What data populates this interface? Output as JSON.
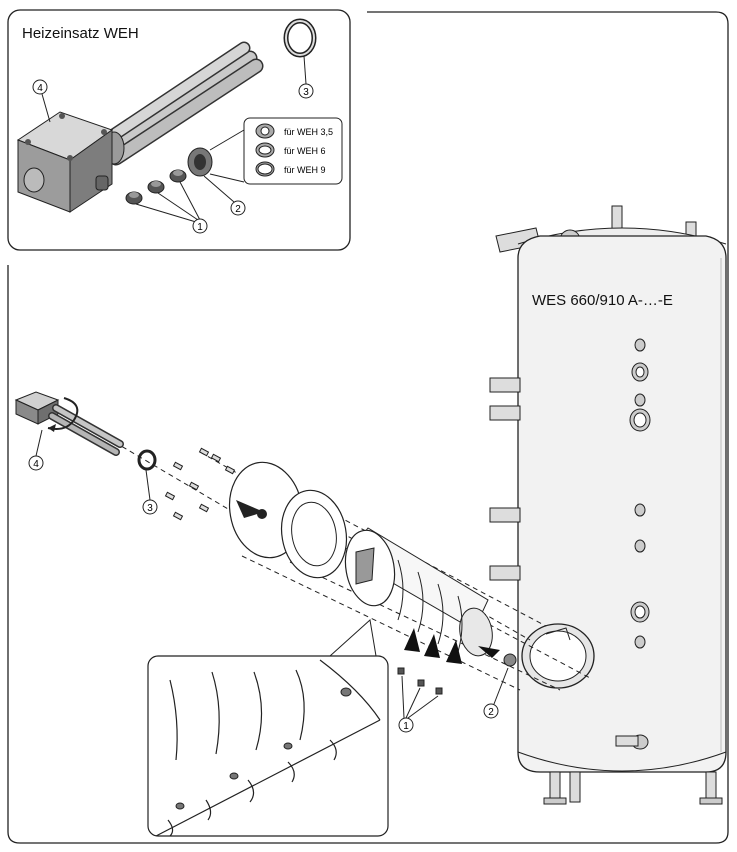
{
  "inset_title": "Heizeinsatz WEH",
  "tank_label": "WES 660/910 A-…-E",
  "seal_options": [
    {
      "label": "für WEH 3,5"
    },
    {
      "label": "für WEH 6"
    },
    {
      "label": "für WEH 9"
    }
  ],
  "callouts": {
    "inset_heater": "4",
    "inset_ring": "3",
    "inset_seal": "2",
    "inset_plugs": "1",
    "main_heater": "4",
    "main_ring": "3",
    "main_plugs": "1",
    "main_seal": "2"
  }
}
